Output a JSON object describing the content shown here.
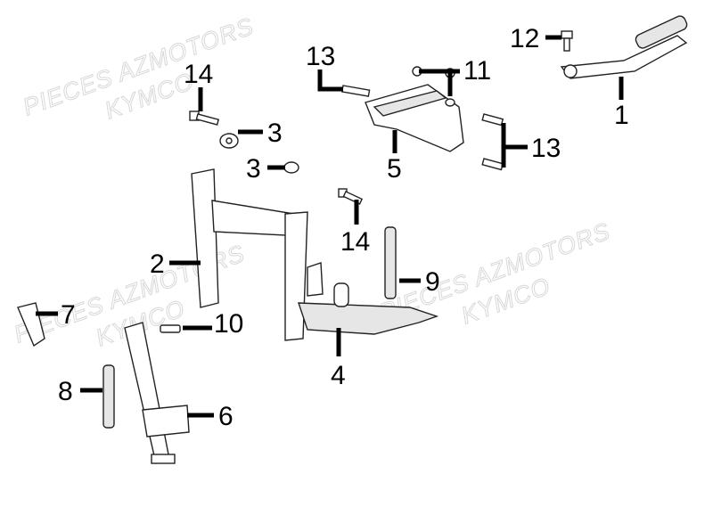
{
  "watermark": {
    "line1": "PIECES AZMOTORS",
    "line2": "KYMCO"
  },
  "callouts": {
    "c1": "1",
    "c2": "2",
    "c3a": "3",
    "c3b": "3",
    "c4": "4",
    "c5": "5",
    "c6": "6",
    "c7": "7",
    "c8": "8",
    "c9": "9",
    "c10": "10",
    "c11": "11",
    "c12": "12",
    "c13a": "13",
    "c13b": "13",
    "c14a": "14",
    "c14b": "14"
  }
}
